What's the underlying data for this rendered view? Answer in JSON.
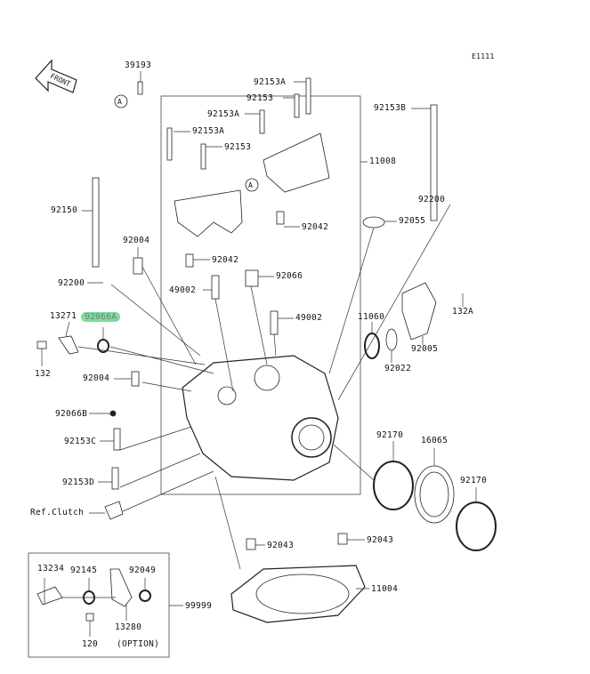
{
  "diagram_code": "E1111",
  "front_label": "FRONT",
  "ref_marker": "A",
  "highlight_color": "#7ddc9e",
  "labels": {
    "p39193": "39193",
    "p92153A_1": "92153A",
    "p92153_1": "92153",
    "p92153A_2": "92153A",
    "p92153A_3": "92153A",
    "p92153_2": "92153",
    "p11008": "11008",
    "p92153B": "92153B",
    "p92200_r": "92200",
    "p92055": "92055",
    "p92042_r": "92042",
    "p92150": "92150",
    "p92004_1": "92004",
    "p92042_l": "92042",
    "p92200_l": "92200",
    "p49002_l": "49002",
    "p92066": "92066",
    "p13271": "13271",
    "p92066A": "92066A",
    "p49002_r": "49002",
    "p11060": "11060",
    "p132A": "132A",
    "p132": "132",
    "p92004_2": "92004",
    "p92022": "92022",
    "p92005": "92005",
    "p92066B": "92066B",
    "p92170_1": "92170",
    "p16065": "16065",
    "p92170_2": "92170",
    "p92153C": "92153C",
    "p92153D": "92153D",
    "ref_clutch": "Ref.Clutch",
    "p92043_l": "92043",
    "p92043_r": "92043",
    "p11004": "11004",
    "p13234": "13234",
    "p92145": "92145",
    "p92049": "92049",
    "p99999": "99999",
    "p13280": "13280",
    "p120": "120",
    "option": "(OPTION)"
  }
}
